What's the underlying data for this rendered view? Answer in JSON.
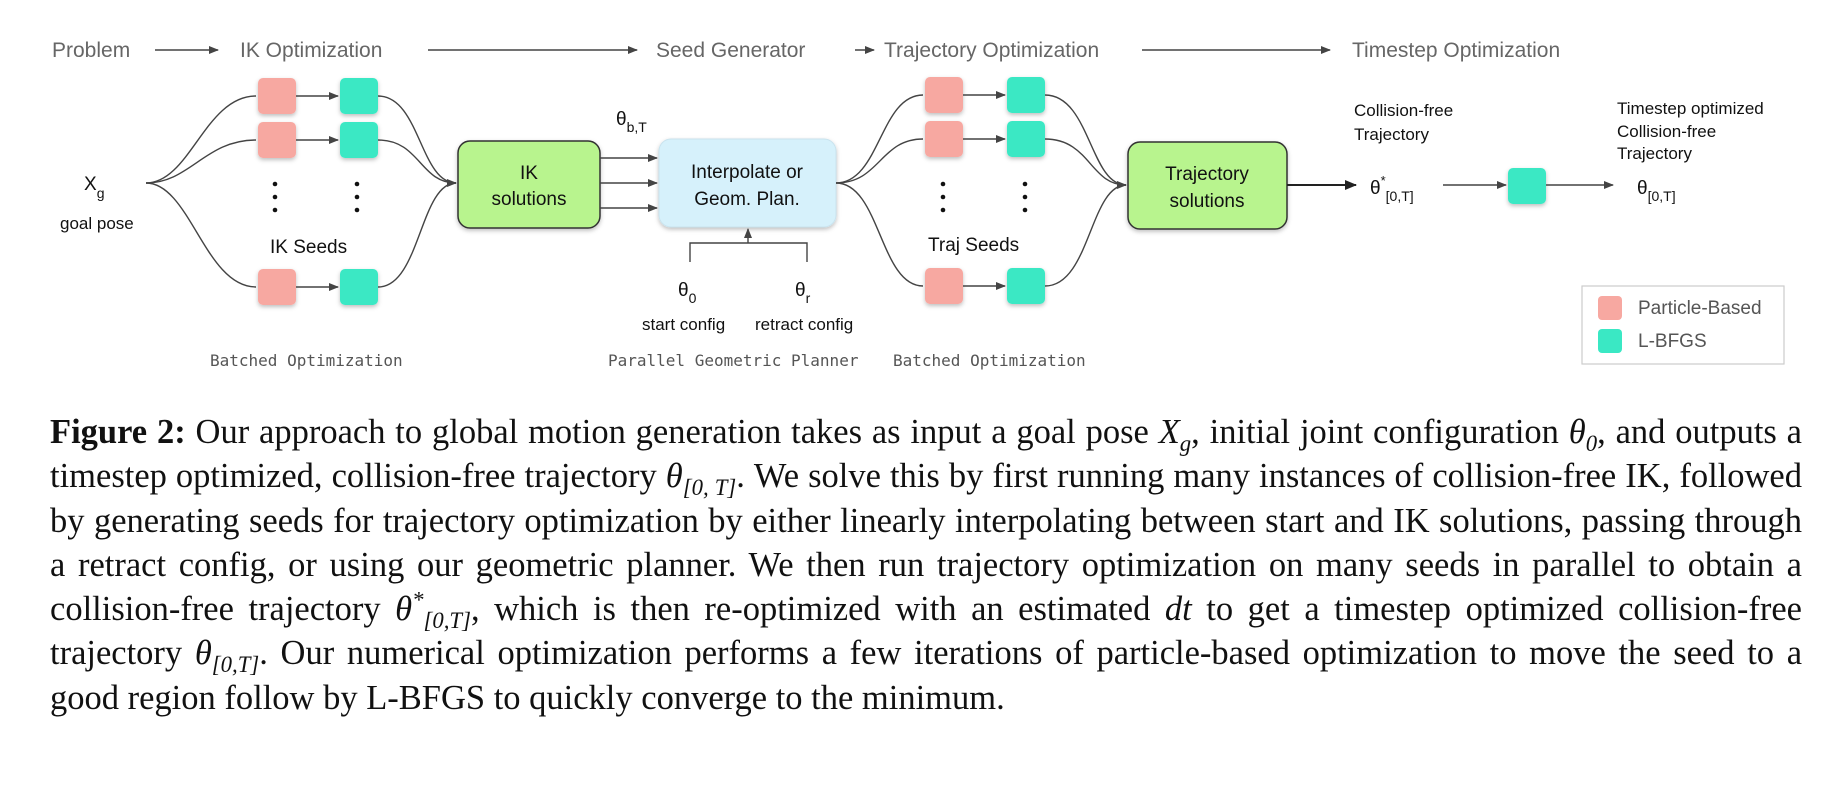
{
  "stages": [
    "Problem",
    "IK Optimization",
    "Seed Generator",
    "Trajectory Optimization",
    "Timestep Optimization"
  ],
  "problem": {
    "symbol": "X",
    "subscript": "g",
    "label": "goal pose"
  },
  "ik": {
    "seeds_label": "IK Seeds",
    "solutions_label_1": "IK",
    "solutions_label_2": "solutions",
    "batch_label": "Batched Optimization"
  },
  "seed_generator": {
    "input_symbol": "θ",
    "input_subscript": "b,T",
    "box_line_1": "Interpolate or",
    "box_line_2": "Geom. Plan.",
    "start_symbol": "θ",
    "start_subscript": "0",
    "start_label": "start config",
    "retract_symbol": "θ",
    "retract_subscript": "r",
    "retract_label": "retract config",
    "planner_label": "Parallel Geometric Planner"
  },
  "traj": {
    "seeds_label": "Traj Seeds",
    "solutions_label_1": "Trajectory",
    "solutions_label_2": "solutions",
    "batch_label": "Batched Optimization"
  },
  "timestep": {
    "collision_free_line_1": "Collision-free",
    "collision_free_line_2": "Trajectory",
    "theta_star_symbol": "θ",
    "theta_star_superscript": "*",
    "theta_star_subscript": "[0,T]",
    "optimized_line_1": "Timestep optimized",
    "optimized_line_2": "Collision-free",
    "optimized_line_3": "Trajectory",
    "theta_symbol": "θ",
    "theta_subscript": "[0,T]"
  },
  "legend": {
    "particle_label": "Particle-Based",
    "lbfgs_label": "L-BFGS",
    "particle_color": "#f7a8a1",
    "lbfgs_color": "#3ae8c4"
  },
  "colors": {
    "solution_box": "#b8f48e",
    "planner_box": "#d6f1fb"
  },
  "caption": {
    "label": "Figure 2:",
    "part1": " Our approach to global motion generation takes as input a goal pose ",
    "xg_symbol": "X",
    "xg_subscript": "g",
    "part2": ", initial joint configuration ",
    "theta0_symbol": "θ",
    "theta0_subscript": "0",
    "part3": ", and outputs a timestep optimized, collision-free trajectory ",
    "theta_range_symbol": "θ",
    "theta_range_subscript": "[0, T]",
    "part4": ". We solve this by first running many instances of collision-free IK, followed by generating seeds for trajectory optimization by either linearly interpolating between start and IK solutions, passing through a retract config, or using our geometric planner. We then run trajectory optimization on many seeds in parallel to obtain a collision-free trajectory ",
    "theta_star_symbol": "θ",
    "theta_star_superscript": "*",
    "theta_star_subscript": "[0,T]",
    "part5": ", which is then re-optimized with an estimated ",
    "dt_symbol": "dt",
    "part6": " to get a timestep optimized collision-free trajectory ",
    "theta_final_symbol": "θ",
    "theta_final_subscript": "[0,T]",
    "part7": ". Our numerical optimization performs a few iterations of particle-based optimization to move the seed to a good region follow by L-BFGS to quickly converge to the minimum."
  }
}
